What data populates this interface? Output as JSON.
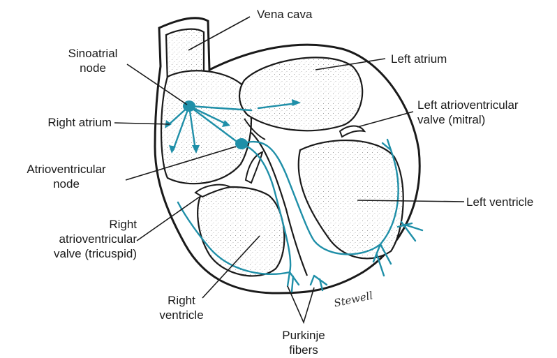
{
  "labels": {
    "vena_cava": "Vena cava",
    "sinoatrial_node": "Sinoatrial\nnode",
    "left_atrium": "Left atrium",
    "right_atrium": "Right atrium",
    "left_av_valve": "Left atrioventricular\nvalve (mitral)",
    "av_node": "Atrioventricular\nnode",
    "left_ventricle": "Left ventricle",
    "right_av_valve": "Right\natrioventricular\nvalve (tricuspid)",
    "right_ventricle": "Right\nventricle",
    "purkinje_fibers": "Purkinje\nfibers"
  },
  "signature": "Stewell",
  "colors": {
    "outline": "#1a1a1a",
    "conduction": "#1f8fa8",
    "stipple": "#9a9a9a",
    "background": "#ffffff"
  }
}
